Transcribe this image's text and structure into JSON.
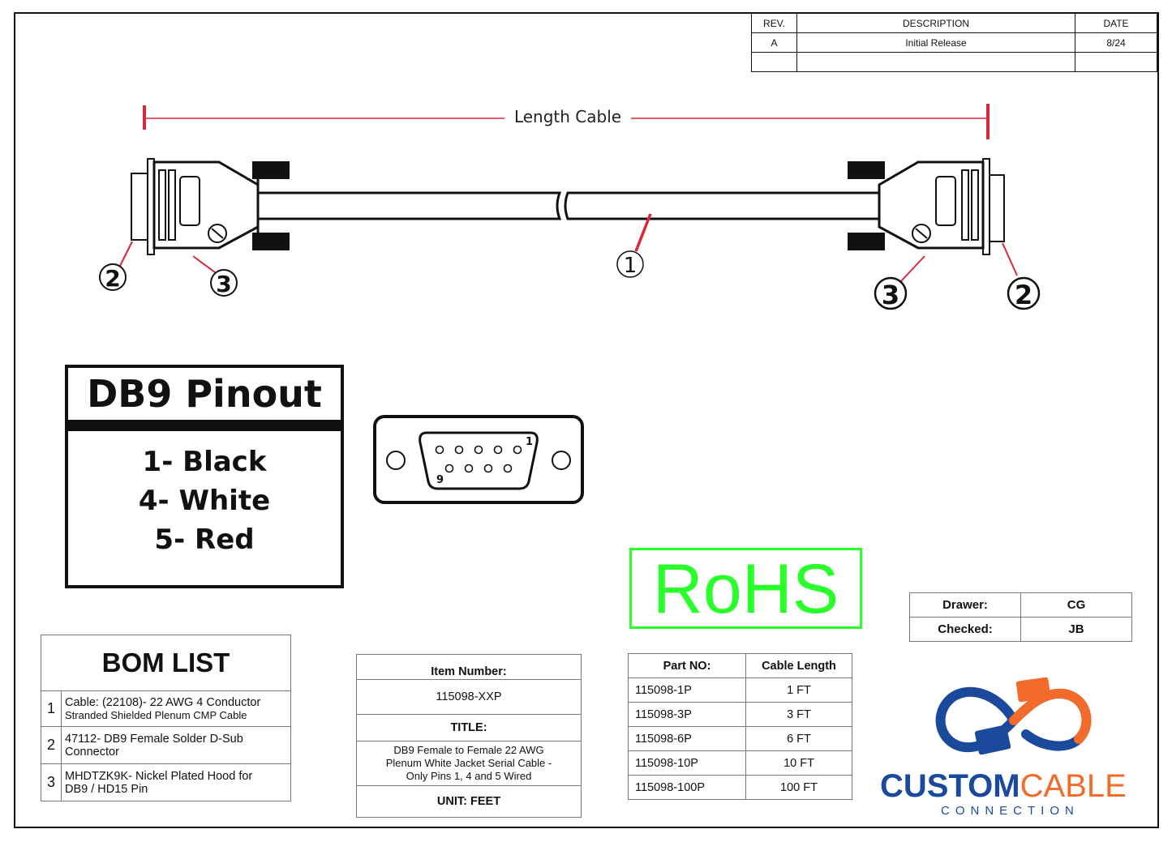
{
  "revision_table": {
    "headers": [
      "REV.",
      "DESCRIPTION",
      "DATE"
    ],
    "rows": [
      [
        "A",
        "Initial Release",
        "8/24"
      ],
      [
        "",
        "",
        ""
      ]
    ]
  },
  "cable_label": "Length Cable",
  "callouts": {
    "cable": "1",
    "connector": "2",
    "hood": "3"
  },
  "pinout": {
    "title": "DB9 Pinout",
    "lines": [
      "1- Black",
      "4- White",
      "5- Red"
    ],
    "pin_first": "1",
    "pin_last": "9"
  },
  "bom": {
    "title": "BOM LIST",
    "items": [
      {
        "num": "1",
        "desc_line1": "Cable: (22108)- 22 AWG 4 Conductor",
        "desc_line2": "Stranded Shielded Plenum CMP Cable"
      },
      {
        "num": "2",
        "desc_line1": "47112- DB9 Female Solder D-Sub",
        "desc_line2": "Connector"
      },
      {
        "num": "3",
        "desc_line1": "MHDTZK9K- Nickel Plated Hood for",
        "desc_line2": "DB9 / HD15 Pin"
      }
    ]
  },
  "item_box": {
    "item_label": "Item Number:",
    "item_value": "115098-XXP",
    "title_label": "TITLE:",
    "title_line1": "DB9 Female to Female 22 AWG",
    "title_line2": "Plenum White Jacket Serial Cable -",
    "title_line3": "Only Pins 1, 4 and 5 Wired",
    "unit": "UNIT: FEET"
  },
  "rohs": "RoHS",
  "parts": {
    "headers": [
      "Part NO:",
      "Cable Length"
    ],
    "rows": [
      [
        "115098-1P",
        "1 FT"
      ],
      [
        "115098-3P",
        "3 FT"
      ],
      [
        "115098-6P",
        "6 FT"
      ],
      [
        "115098-10P",
        "10 FT"
      ],
      [
        "115098-100P",
        "100 FT"
      ]
    ]
  },
  "signoff": {
    "drawer_label": "Drawer:",
    "drawer_value": "CG",
    "checked_label": "Checked:",
    "checked_value": "JB"
  },
  "logo": {
    "word1": "CUSTOM",
    "word2": "CABLE",
    "sub": "CONNECTION"
  },
  "colors": {
    "accent_red": "#d8283a",
    "rohs_green": "#2bff2b",
    "logo_blue": "#1b4a9c",
    "logo_orange": "#f26b2a"
  }
}
